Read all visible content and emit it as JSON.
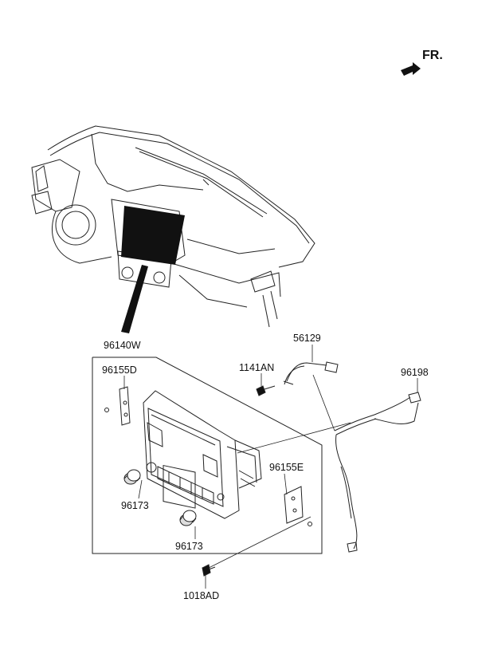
{
  "orientation": {
    "label": "FR."
  },
  "callouts": {
    "assembly": "96140W",
    "bracket_left": "96155D",
    "bracket_right": "96155E",
    "knob_upper": "96173",
    "knob_lower": "96173",
    "bolt": "1141AN",
    "sensor_harness": "56129",
    "harness": "96198",
    "screw": "1018AD"
  }
}
